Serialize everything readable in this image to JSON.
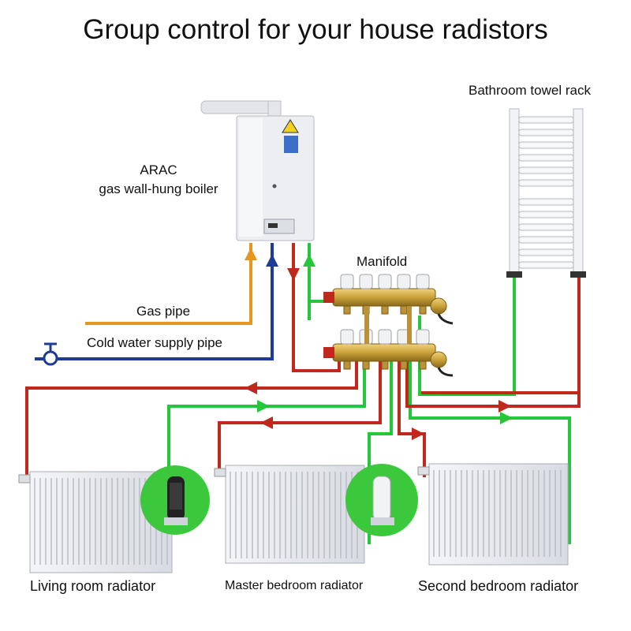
{
  "title": "Group control for your house radistors",
  "labels": {
    "towel_rack": "Bathroom towel rack",
    "boiler_line1": "ARAC",
    "boiler_line2": "gas wall-hung boiler",
    "manifold": "Manifold",
    "gas_pipe": "Gas pipe",
    "cold_water": "Cold water supply pipe",
    "living_room": "Living room radiator",
    "master_bedroom": "Master bedroom radiator",
    "second_bedroom": "Second bedroom radiator"
  },
  "colors": {
    "hot_pipe": "#c0281c",
    "return_pipe": "#22c83a",
    "gas_pipe": "#e6961e",
    "cold_pipe": "#1e3c96",
    "brass": "#c9a23a",
    "radiator": "#e9ebef",
    "thermostat_badge": "#3cc83c"
  },
  "icons": [
    "boiler-icon",
    "towel-rack-icon",
    "manifold-icon",
    "valve-icon",
    "radiator-icon",
    "thermostat-icon"
  ]
}
